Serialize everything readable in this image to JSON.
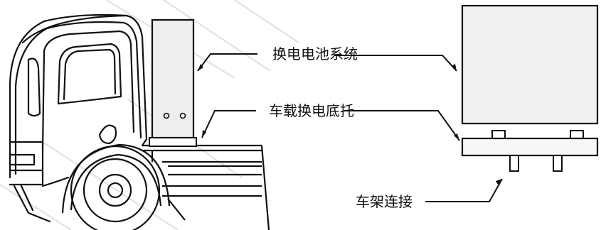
{
  "labels": {
    "battery_system": "换电电池系统",
    "vehicle_tray": "车载换电底托",
    "frame_connection": "车架连接"
  },
  "colors": {
    "line": "#111111",
    "battery_fill": "#f1f1f1",
    "tray_fill": "#f7f7f7",
    "background": "#ffffff",
    "watermark": "#d6d6d6"
  }
}
